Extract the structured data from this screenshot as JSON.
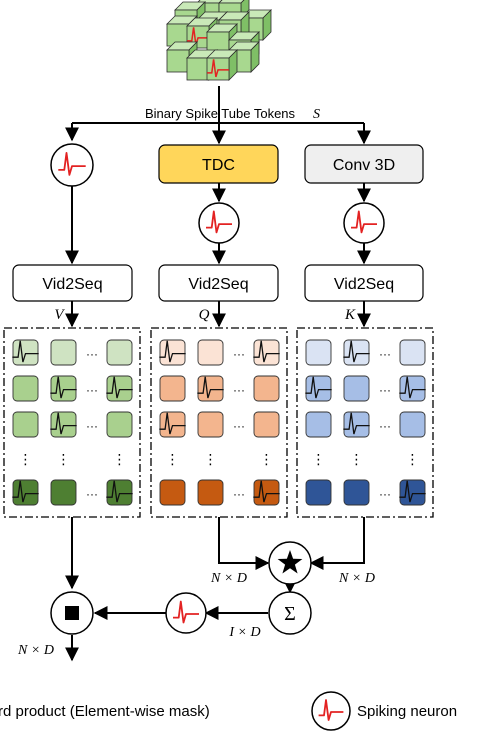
{
  "tokens_label": "Binary Spike Tube Tokens",
  "tokens_symbol": "S",
  "branches": {
    "tdc": "TDC",
    "conv": "Conv 3D",
    "vid2seq": "Vid2Seq"
  },
  "symbols": {
    "v": "V",
    "q": "Q",
    "k": "K",
    "nd": "N × D",
    "id": "I × D",
    "sigma": "Σ",
    "dots_h": "···",
    "dots_v": "⋮"
  },
  "legend": {
    "hadamard_text": "rd product (Element-wise mask)",
    "neuron_text": "Spiking neuron"
  },
  "colors": {
    "tdc_fill": "#FFD65A",
    "conv_fill": "#EFEFEF",
    "spike_red": "#E32222",
    "v_light": "#CFE3C2",
    "v_mid": "#A9D08E",
    "v_dark": "#4E7F32",
    "q_light": "#FBE3D5",
    "q_mid": "#F3B58E",
    "q_dark": "#C55A11",
    "k_light": "#DAE3F3",
    "k_mid": "#A6BEE6",
    "k_dark": "#2F5597"
  }
}
